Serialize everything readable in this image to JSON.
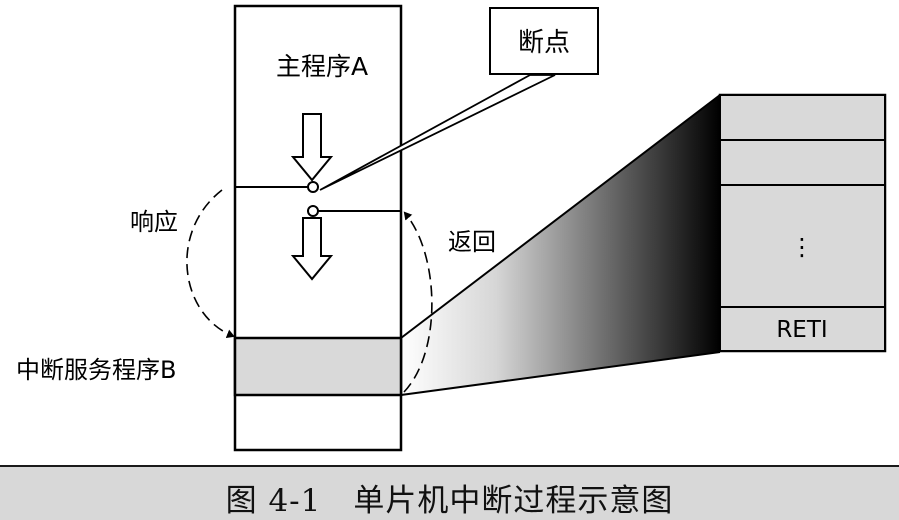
{
  "main_program_label": "主程序A",
  "breakpoint_label": "断点",
  "respond_label": "响应",
  "return_label": "返回",
  "isr_label": "中断服务程序B",
  "isr_detail": {
    "ellipsis": "⋮",
    "last_instruction": "RETI"
  },
  "caption": "图 4-1　单片机中断过程示意图"
}
